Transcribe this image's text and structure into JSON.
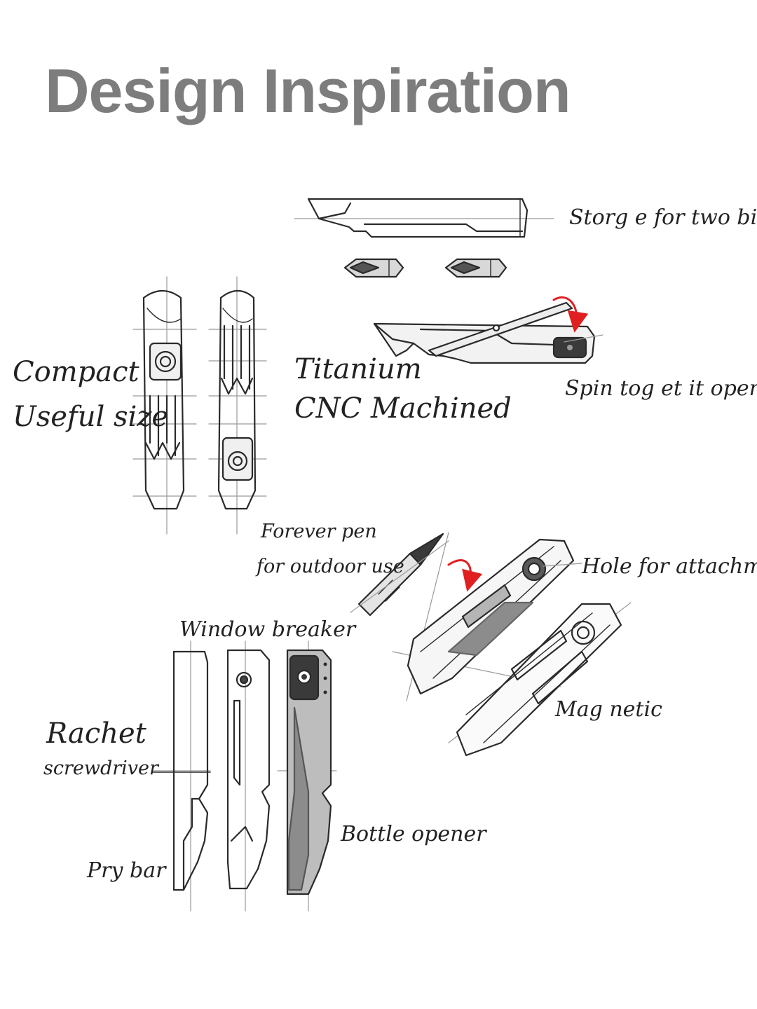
{
  "title": "Design Inspiration",
  "colors": {
    "title": "#7d7d7d",
    "ink": "#2a2a2a",
    "guide": "#9a9a9a",
    "arrow": "#e02020",
    "dark_part": "#3a3a3a",
    "shade": "#8c8c8c"
  },
  "labels": {
    "storage": "Storg e for two bits",
    "spin": "Spin tog et it open",
    "compact_1": "Compact",
    "compact_2": "Useful size",
    "titanium_1": "Titanium",
    "titanium_2": "CNC Machined",
    "pen_1": "Forever pen",
    "pen_2": "for outdoor use",
    "hole": "Hole for attachment",
    "magnetic": "Mag netic",
    "window": "Window breaker",
    "ratchet_1": "Rachet",
    "ratchet_2": "screwdriver",
    "pry": "Pry bar",
    "bottle": "Bottle opener"
  }
}
